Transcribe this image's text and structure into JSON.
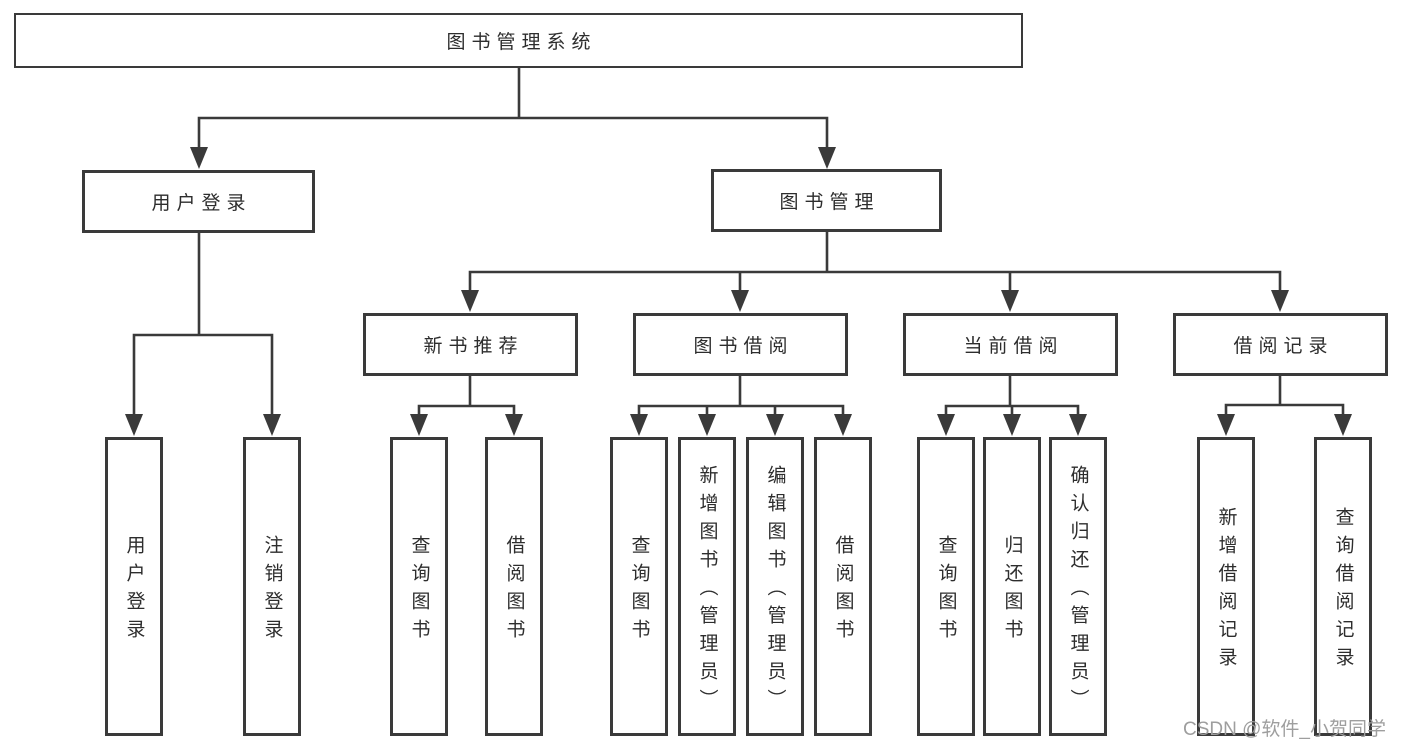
{
  "colors": {
    "line": "#3a3a3a",
    "box_border": "#3a3a3a",
    "text": "#2d2d2d",
    "watermark": "#9e9e9e",
    "background": "#ffffff"
  },
  "tree": {
    "label": "图书管理系统",
    "children": [
      {
        "label": "用户登录",
        "children": [
          {
            "label": "用户登录"
          },
          {
            "label": "注销登录"
          }
        ]
      },
      {
        "label": "图书管理",
        "children": [
          {
            "label": "新书推荐",
            "children": [
              {
                "label": "查询图书"
              },
              {
                "label": "借阅图书"
              }
            ]
          },
          {
            "label": "图书借阅",
            "children": [
              {
                "label": "查询图书"
              },
              {
                "label": "新增图书（管理员）"
              },
              {
                "label": "编辑图书（管理员）"
              },
              {
                "label": "借阅图书"
              }
            ]
          },
          {
            "label": "当前借阅",
            "children": [
              {
                "label": "查询图书"
              },
              {
                "label": "归还图书"
              },
              {
                "label": "确认归还（管理员）"
              }
            ]
          },
          {
            "label": "借阅记录",
            "children": [
              {
                "label": "新增借阅记录"
              },
              {
                "label": "查询借阅记录"
              }
            ]
          }
        ]
      }
    ]
  },
  "watermark": "CSDN @软件_小贺同学"
}
